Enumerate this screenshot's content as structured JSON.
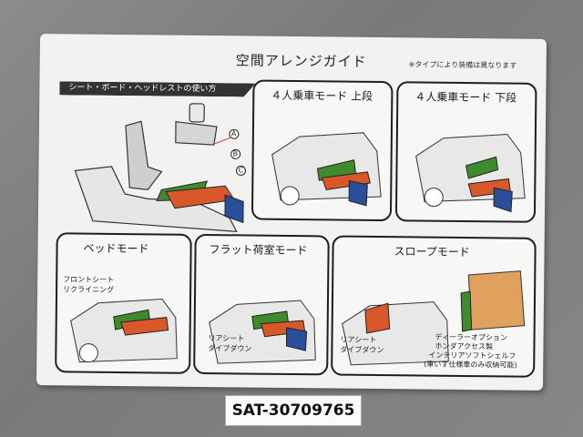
{
  "card": {
    "title": "空間アレンジガイド",
    "note": "※タイプにより装備は異なります",
    "tab": "シート・ボード・ヘッドレストの使い方",
    "callouts": [
      "A",
      "B",
      "C"
    ],
    "panels": {
      "upper": "４人乗車モード 上段",
      "lower": "４人乗車モード 下段",
      "bed": "ベッドモード",
      "flat": "フラット荷室モード",
      "slope": "スロープモード"
    },
    "labels": {
      "front_recline_1": "フロントシート",
      "front_recline_2": "リクライニング",
      "rear_dive_flat_1": "リアシート",
      "rear_dive_flat_2": "ダイブダウン",
      "rear_dive_slope_1": "リアシート",
      "rear_dive_slope_2": "ダイブダウン",
      "dealer_1": "ディーラーオプション",
      "dealer_2": "ホンダアクセス製",
      "dealer_3": "インテリアソフトシェルフ",
      "dealer_4": "(車いす仕様車のみ収納可能)"
    }
  },
  "id_label": "SAT-30709765",
  "colors": {
    "green": "#3f8a2c",
    "orange": "#d9582a",
    "blue": "#2a4f9a",
    "tan": "#e0a05e"
  }
}
